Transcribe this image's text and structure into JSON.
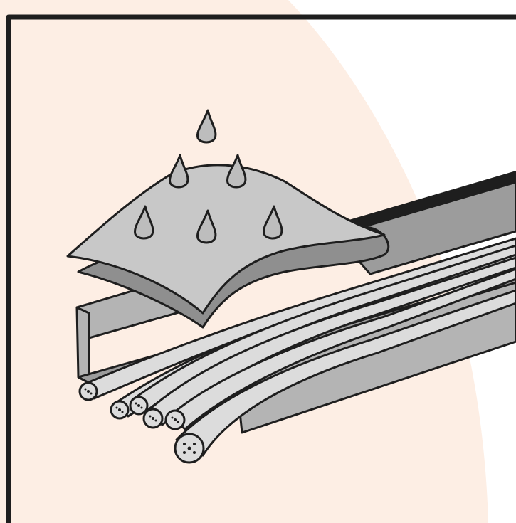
{
  "illustration": {
    "subject": "cable-tray-with-wet-cloth",
    "colors": {
      "background_blob": "#FDEEE4",
      "page_white": "#FFFFFF",
      "outline": "#1E1E1E",
      "tray_face": "#B4B4B4",
      "tray_inner": "#9C9C9C",
      "cable_fill": "#DCDCDC",
      "cloth_top": "#C8C8C8",
      "cloth_under": "#8F8F8F",
      "drop_fill": "#BDBDBD"
    },
    "counts": {
      "water_drops": 6,
      "cables": 6
    }
  }
}
